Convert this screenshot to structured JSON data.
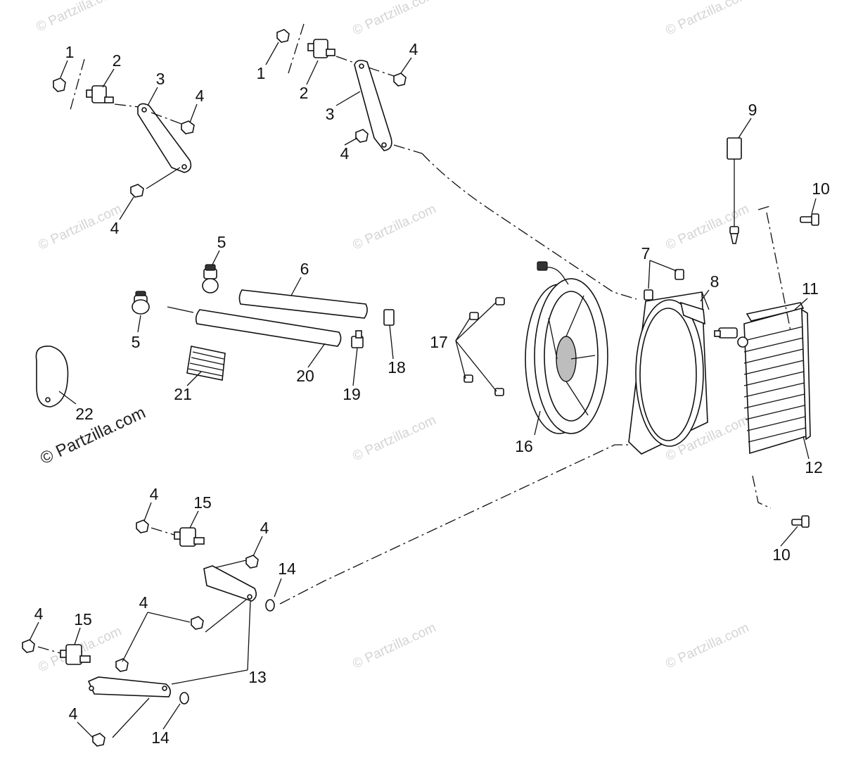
{
  "diagram": {
    "callouts": [
      {
        "id": "c1a",
        "text": "1"
      },
      {
        "id": "c2a",
        "text": "2"
      },
      {
        "id": "c3a",
        "text": "3"
      },
      {
        "id": "c4a",
        "text": "4"
      },
      {
        "id": "c4b",
        "text": "4"
      },
      {
        "id": "c1b",
        "text": "1"
      },
      {
        "id": "c2b",
        "text": "2"
      },
      {
        "id": "c3b",
        "text": "3"
      },
      {
        "id": "c4c",
        "text": "4"
      },
      {
        "id": "c4d",
        "text": "4"
      },
      {
        "id": "c5a",
        "text": "5"
      },
      {
        "id": "c5b",
        "text": "5"
      },
      {
        "id": "c6",
        "text": "6"
      },
      {
        "id": "c7",
        "text": "7"
      },
      {
        "id": "c8",
        "text": "8"
      },
      {
        "id": "c9",
        "text": "9"
      },
      {
        "id": "c10a",
        "text": "10"
      },
      {
        "id": "c10b",
        "text": "10"
      },
      {
        "id": "c11",
        "text": "11"
      },
      {
        "id": "c12",
        "text": "12"
      },
      {
        "id": "c13",
        "text": "13"
      },
      {
        "id": "c14a",
        "text": "14"
      },
      {
        "id": "c14b",
        "text": "14"
      },
      {
        "id": "c15a",
        "text": "15"
      },
      {
        "id": "c15b",
        "text": "15"
      },
      {
        "id": "c4e",
        "text": "4"
      },
      {
        "id": "c4f",
        "text": "4"
      },
      {
        "id": "c4g",
        "text": "4"
      },
      {
        "id": "c4h",
        "text": "4"
      },
      {
        "id": "c4i",
        "text": "4"
      },
      {
        "id": "c16",
        "text": "16"
      },
      {
        "id": "c17",
        "text": "17"
      },
      {
        "id": "c18",
        "text": "18"
      },
      {
        "id": "c19",
        "text": "19"
      },
      {
        "id": "c20",
        "text": "20"
      },
      {
        "id": "c21",
        "text": "21"
      },
      {
        "id": "c22",
        "text": "22"
      }
    ],
    "watermark": {
      "main": "© Partzilla.com",
      "faint": "© Partzilla.com"
    }
  }
}
